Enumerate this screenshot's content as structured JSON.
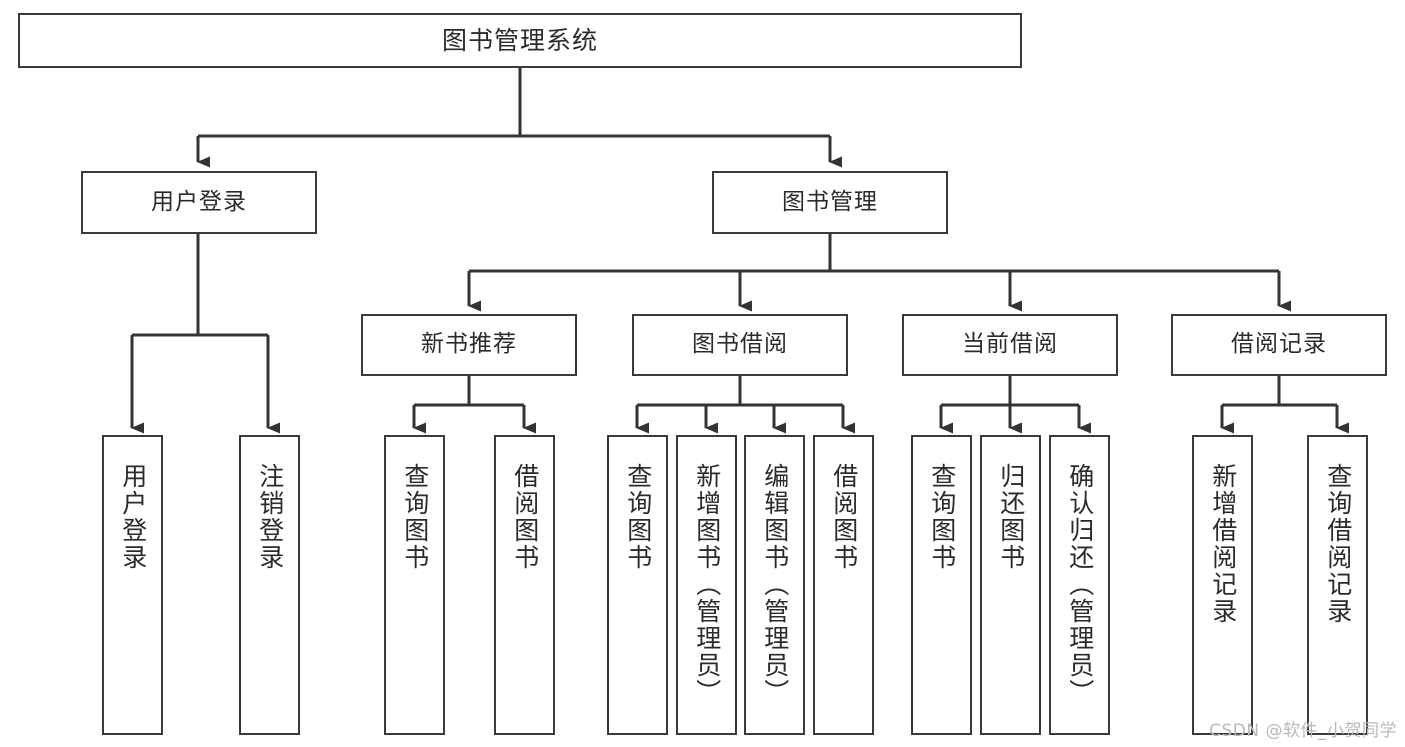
{
  "diagram": {
    "title": "图书管理系统",
    "type": "tree",
    "watermark": "CSDN @软件_小贺同学",
    "colors": {
      "box_border": "#3a3a3a",
      "box_fill": "#ffffff",
      "text": "#2b2b2b",
      "connector": "#333333",
      "watermark": "#b9b9b9",
      "background": "#ffffff"
    },
    "levels": {
      "level1": [
        "图书管理系统"
      ],
      "level2": [
        "用户登录",
        "图书管理"
      ],
      "level3": [
        "新书推荐",
        "图书借阅",
        "当前借阅",
        "借阅记录"
      ],
      "level4": [
        "用户登录",
        "注销登录",
        "查询图书",
        "借阅图书",
        "查询图书",
        "新增图书（管理员）",
        "编辑图书（管理员）",
        "借阅图书",
        "查询图书",
        "归还图书",
        "确认归还（管理员）",
        "新增借阅记录",
        "查询借阅记录"
      ]
    },
    "nodes": {
      "root": {
        "label": "图书管理系统"
      },
      "user_login": {
        "label": "用户登录"
      },
      "book_manage": {
        "label": "图书管理"
      },
      "new_book_rec": {
        "label": "新书推荐"
      },
      "book_borrow": {
        "label": "图书借阅"
      },
      "current_borrow": {
        "label": "当前借阅"
      },
      "borrow_record": {
        "label": "借阅记录"
      },
      "leaf_user_login": {
        "label": "用户登录"
      },
      "leaf_logout": {
        "label": "注销登录"
      },
      "leaf_query_book_a": {
        "label": "查询图书"
      },
      "leaf_borrow_book_a": {
        "label": "借阅图书"
      },
      "leaf_query_book_b": {
        "label": "查询图书"
      },
      "leaf_add_book": {
        "label": "新增图书（管理员）"
      },
      "leaf_edit_book": {
        "label": "编辑图书（管理员）"
      },
      "leaf_borrow_book_b": {
        "label": "借阅图书"
      },
      "leaf_query_book_c": {
        "label": "查询图书"
      },
      "leaf_return_book": {
        "label": "归还图书"
      },
      "leaf_confirm_return": {
        "label": "确认归还（管理员）"
      },
      "leaf_add_record": {
        "label": "新增借阅记录"
      },
      "leaf_query_record": {
        "label": "查询借阅记录"
      }
    },
    "edges": [
      {
        "from": "root",
        "to": "user_login"
      },
      {
        "from": "root",
        "to": "book_manage"
      },
      {
        "from": "user_login",
        "to": "leaf_user_login"
      },
      {
        "from": "user_login",
        "to": "leaf_logout"
      },
      {
        "from": "book_manage",
        "to": "new_book_rec"
      },
      {
        "from": "book_manage",
        "to": "book_borrow"
      },
      {
        "from": "book_manage",
        "to": "current_borrow"
      },
      {
        "from": "book_manage",
        "to": "borrow_record"
      },
      {
        "from": "new_book_rec",
        "to": "leaf_query_book_a"
      },
      {
        "from": "new_book_rec",
        "to": "leaf_borrow_book_a"
      },
      {
        "from": "book_borrow",
        "to": "leaf_query_book_b"
      },
      {
        "from": "book_borrow",
        "to": "leaf_add_book"
      },
      {
        "from": "book_borrow",
        "to": "leaf_edit_book"
      },
      {
        "from": "book_borrow",
        "to": "leaf_borrow_book_b"
      },
      {
        "from": "current_borrow",
        "to": "leaf_query_book_c"
      },
      {
        "from": "current_borrow",
        "to": "leaf_return_book"
      },
      {
        "from": "current_borrow",
        "to": "leaf_confirm_return"
      },
      {
        "from": "borrow_record",
        "to": "leaf_add_record"
      },
      {
        "from": "borrow_record",
        "to": "leaf_query_record"
      }
    ]
  }
}
